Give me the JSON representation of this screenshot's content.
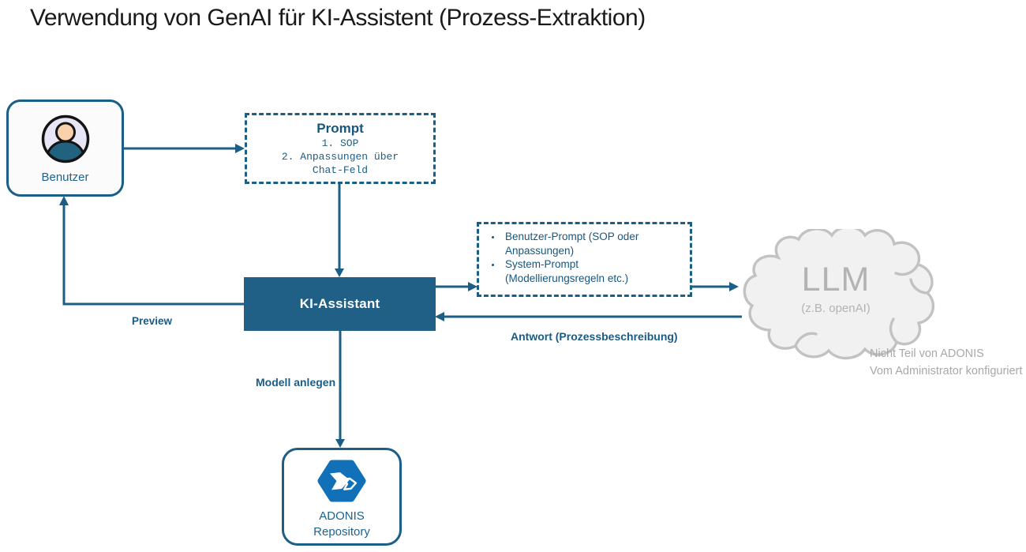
{
  "title": "Verwendung von GenAI für KI-Assistent (Prozess-Extraktion)",
  "colors": {
    "teal_border_arrow": "#1B5E86",
    "ki_box_fill": "#205F86",
    "node_label_blue": "#1D6390",
    "dashed_text_teal": "#17567F",
    "edge_label_teal": "#1A5C86",
    "cloud_fill": "#F1F1F1",
    "cloud_stroke": "#C2C2C2",
    "cloud_text_gray": "#B3B3B3",
    "note_gray": "#A8A8A8",
    "adonis_logo_blue": "#1170B8",
    "person_bg_lavender": "#E6E6F7",
    "person_skin": "#F9D2AD",
    "person_body_teal": "#20627F"
  },
  "nodes": {
    "benutzer": {
      "label": "Benutzer",
      "icon": "person-icon"
    },
    "prompt": {
      "title": "Prompt",
      "lines": [
        "1. SOP",
        "2. Anpassungen über",
        "Chat-Feld"
      ]
    },
    "ki_assistant": {
      "label": "KI-Assistant"
    },
    "prompt_details": {
      "items": [
        "Benutzer-Prompt (SOP oder Anpassungen)",
        "System-Prompt (Modellierungsregeln etc.)"
      ]
    },
    "llm": {
      "label": "LLM",
      "sublabel": "(z.B. openAI)",
      "shape": "cloud"
    },
    "adonis": {
      "label_line1": "ADONIS",
      "label_line2": "Repository",
      "icon": "adonis-hexagon-icon"
    }
  },
  "edge_labels": {
    "preview": "Preview",
    "modell_anlegen": "Modell anlegen",
    "antwort": "Antwort (Prozessbeschreibung)"
  },
  "note": {
    "line1": "Nicht Teil von ADONIS",
    "line2": "Vom Administrator konfiguriert"
  }
}
